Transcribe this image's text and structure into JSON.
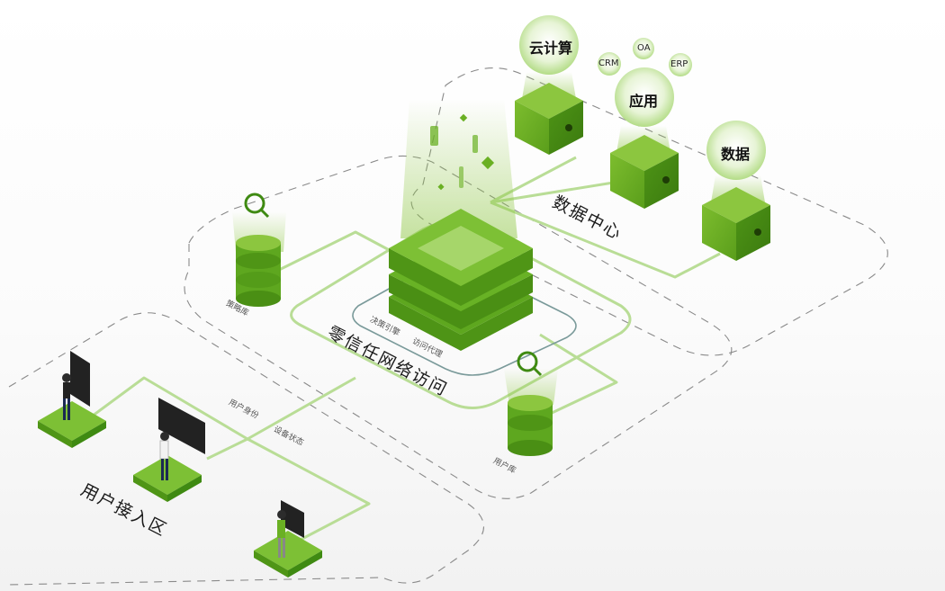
{
  "bubbles": {
    "cloud": "云计算",
    "app": "应用",
    "data": "数据",
    "crm": "CRM",
    "oa": "OA",
    "erp": "ERP"
  },
  "zones": {
    "datacenter": "数据中心",
    "zerotrust": "零信任网络访问",
    "user_access": "用户接入区"
  },
  "core_labels": {
    "policy_engine": "决策引擎",
    "access_proxy": "访问代理"
  },
  "databases": {
    "policy_db": "策略库",
    "user_db": "用户库"
  },
  "links": {
    "user_identity": "用户身份",
    "device_status": "设备状态"
  },
  "colors": {
    "green_light": "#8cc63f",
    "green_mid": "#6ab023",
    "green_dark": "#3f8a12",
    "line_green": "#b9dd96",
    "dash": "#8a8a8a"
  }
}
